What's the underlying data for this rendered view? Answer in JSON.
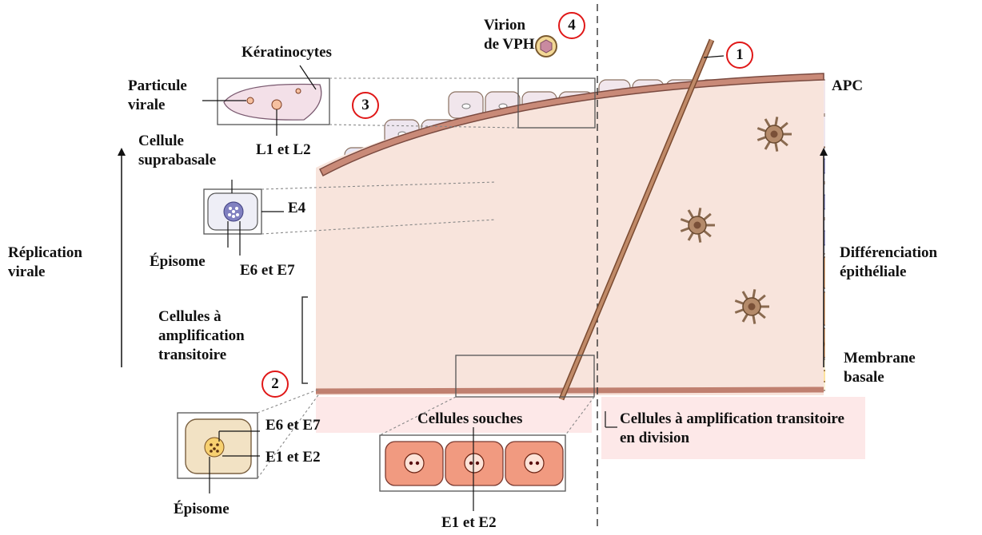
{
  "labels": {
    "virion": "Virion de VPH",
    "keratinocytes": "Kératinocytes",
    "particule": "Particule virale",
    "l1l2": "L1 et L2",
    "cellule_supra": "Cellule suprabasale",
    "e4": "E4",
    "episome_top": "Épisome",
    "e6e7_top": "E6 et E7",
    "replication": "Réplication virale",
    "cellules_amp": "Cellules à amplification transitoire",
    "e6e7_bottom": "E6 et E7",
    "e1e2_left": "E1 et E2",
    "episome_bottom": "Épisome",
    "cellules_souches": "Cellules souches",
    "e1e2_bottom": "E1 et E2",
    "amp_division": "Cellules à amplification transitoire en division",
    "apc": "APC",
    "differenciation": "Différenciation épithéliale",
    "membrane": "Membrane basale"
  },
  "markers": [
    "1",
    "2",
    "3",
    "4"
  ],
  "colors": {
    "marker_ring": "#e01818",
    "basal_cell": "#f08a72",
    "orange_cell": "#f6b98a",
    "cream_cell": "#f4e6cf",
    "blue_cell": "#e7e7f4",
    "nucleus_blue": "#a7a7d6",
    "apc_cell": "#b48a6a",
    "pink_highlight": "#fde8e8"
  },
  "icons": [
    "needle-icon",
    "virion-icon",
    "apc-dendritic-cell-icon",
    "up-arrow-icon"
  ]
}
